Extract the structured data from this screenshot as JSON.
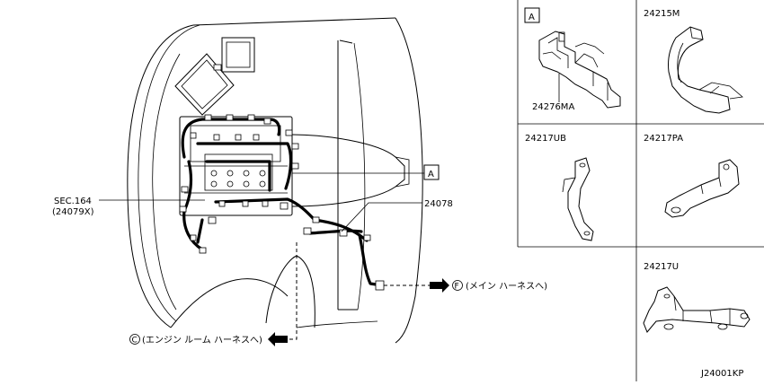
{
  "callouts": {
    "sec_ref": "SEC.164",
    "sec_ref_sub": "(24079X)",
    "view_a": "A",
    "part_24078": "24078",
    "main_harness_marker": "F",
    "main_harness_text": "(メイン ハーネスへ)",
    "engine_room_marker": "C",
    "engine_room_text": "(エンジン ルーム ハーネスへ)"
  },
  "parts": [
    {
      "label": "24276MA",
      "view_label": "A"
    },
    {
      "label": "24215M"
    },
    {
      "label": "24217UB"
    },
    {
      "label": "24217PA"
    },
    {
      "label": "24217U"
    }
  ],
  "diagram_code": "J24001KP"
}
